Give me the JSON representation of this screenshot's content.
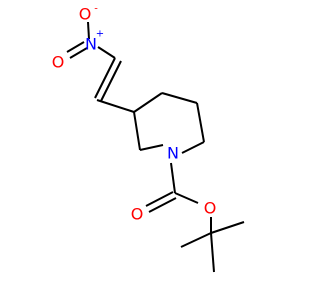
{
  "molecule": {
    "atoms": {
      "nitrogen_nitro": {
        "symbol": "N",
        "charge": "+",
        "color": "#0000ff"
      },
      "oxygen_nitro_double": {
        "symbol": "O",
        "color": "#ff0000"
      },
      "oxygen_nitro_single": {
        "symbol": "O",
        "charge": "-",
        "color": "#ff0000"
      },
      "nitrogen_ring": {
        "symbol": "N",
        "color": "#0000ff"
      },
      "oxygen_carbonyl": {
        "symbol": "O",
        "color": "#ff0000"
      },
      "oxygen_ester": {
        "symbol": "O",
        "color": "#ff0000"
      }
    },
    "bond_color": "#000000",
    "background": "#ffffff"
  }
}
